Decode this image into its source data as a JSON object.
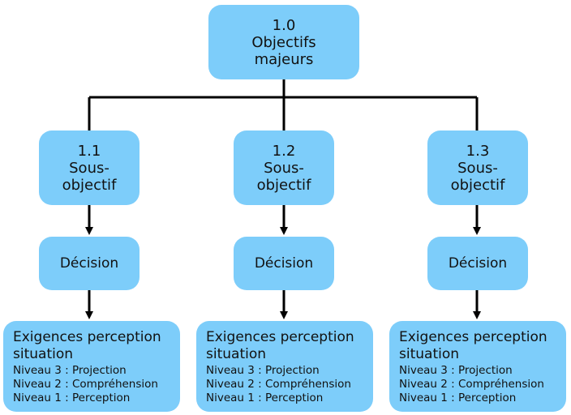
{
  "root": {
    "number": "1.0",
    "line1": "Objectifs",
    "line2": "majeurs"
  },
  "columns": [
    {
      "sub": {
        "number": "1.1",
        "line1": "Sous-",
        "line2": "objectif"
      },
      "decision": "Décision",
      "requirements": {
        "title_line1": "Exigences perception",
        "title_line2": "situation",
        "levels": [
          "Niveau 3 : Projection",
          "Niveau 2 : Compréhension",
          "Niveau 1 : Perception"
        ]
      }
    },
    {
      "sub": {
        "number": "1.2",
        "line1": "Sous-",
        "line2": "objectif"
      },
      "decision": "Décision",
      "requirements": {
        "title_line1": "Exigences perception",
        "title_line2": "situation",
        "levels": [
          "Niveau 3 : Projection",
          "Niveau 2 : Compréhension",
          "Niveau 1 : Perception"
        ]
      }
    },
    {
      "sub": {
        "number": "1.3",
        "line1": "Sous-",
        "line2": "objectif"
      },
      "decision": "Décision",
      "requirements": {
        "title_line1": "Exigences perception",
        "title_line2": "situation",
        "levels": [
          "Niveau 3 : Projection",
          "Niveau 2 : Compréhension",
          "Niveau 1 : Perception"
        ]
      }
    }
  ],
  "colors": {
    "box": "#7dcdfa",
    "line": "#000000"
  }
}
